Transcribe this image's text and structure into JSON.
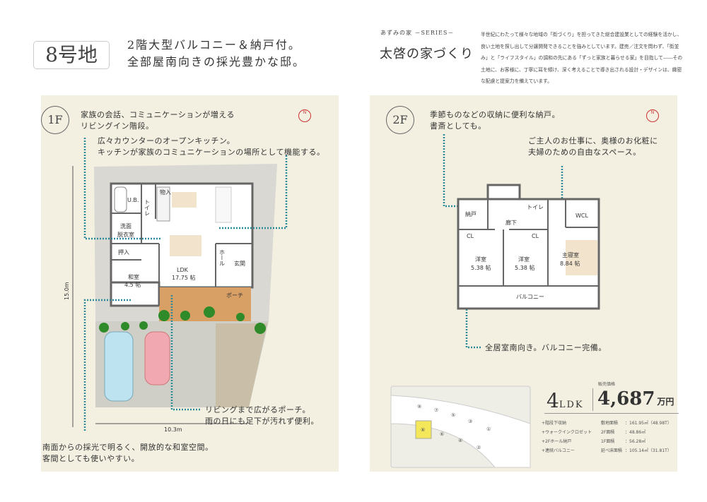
{
  "header": {
    "lot": "8号地",
    "headline": [
      "2階大型バルコニー＆納戸付。",
      "全部屋南向きの採光豊かな邸。"
    ],
    "series": "あずみの家 －SERIES－",
    "brand": "太啓の家づくり",
    "intro": "半世紀にわたって様々な地域の「街づくり」を担ってきた総合建設業としての経験を活かし、良い土地を探し出して分譲開発できることを強みとしています。建売／注文を問わず、「街並み」と「ライフスタイル」の調和の先にある「ずっと家族と暮らせる家」を目指して――その土地に、お客様に、丁寧に耳を傾け、深く考えることで導き出される設計・デザインは、緻密な配慮と提案力を備えています。"
  },
  "floor1": {
    "badge": "1F",
    "notes": [
      "家族の会話、コミュニケーションが増える\nリビングイン階段。",
      "広々カウンターのオープンキッチン。\nキッチンが家族のコミュニケーションの場所として機能する。",
      "リビングまで広がるポーチ。\n雨の日にも足下が汚れず便利。",
      "南面からの採光で明るく、開放的な和室空間。\n客間としても使いやすい。"
    ],
    "rooms": {
      "ub": "U.B.",
      "toilet": "トイレ",
      "storage": "物入",
      "washroom1": "洗面",
      "washroom2": "脱衣室",
      "closet": "押入",
      "washitsu": "和室",
      "washitsu_size": "4.5 帖",
      "ldk": "LDK",
      "ldk_size": "17.75 帖",
      "hall": "ホール",
      "entrance": "玄関",
      "porch": "ポーチ"
    },
    "dim_v": "15.0m",
    "dim_h": "10.3m",
    "compass": "N"
  },
  "floor2": {
    "badge": "2F",
    "notes": [
      "季節ものなどの収納に便利な納戸。\n書斎としても。",
      "ご主人のお仕事に、奥様のお化粧に\n夫婦のための自由なスペース。",
      "全居室南向き。バルコニー完備。"
    ],
    "rooms": {
      "nando": "納戸",
      "corridor": "廊下",
      "toilet": "トイレ",
      "wcl": "WCL",
      "cl1": "CL",
      "cl2": "CL",
      "room1": "洋室",
      "room1_size": "5.38 帖",
      "room2": "洋室",
      "room2_size": "5.38 帖",
      "master": "主寝室",
      "master_size": "8.84 帖",
      "balcony": "バルコニー"
    },
    "compass": "N"
  },
  "sitemap": {
    "lots": [
      "⑨",
      "⑦",
      "⑤",
      "③",
      "①",
      "⑧",
      "⑥",
      "④",
      "②"
    ],
    "selected": "⑧"
  },
  "summary": {
    "layout_num": "4",
    "layout": "LDK",
    "price_label": "販売価格",
    "price": "4,687",
    "price_unit": "万円",
    "features": [
      "+階段下収納",
      "+ウォークインクロゼット",
      "+2Fホール納戸",
      "+連続バルコニー"
    ],
    "areas": [
      [
        "敷地面積",
        "：161.95㎡（48.98T）"
      ],
      [
        "2F面積",
        "：48.86㎡"
      ],
      [
        "1F面積",
        "：56.28㎡"
      ],
      [
        "延べ床面積",
        "：105.14㎡（31.81T）"
      ]
    ]
  },
  "colors": {
    "panel": "#f3f0e1",
    "accent_line": "#2a8a9a",
    "selected_lot": "#f4e85a",
    "porch": "#d9a066"
  }
}
